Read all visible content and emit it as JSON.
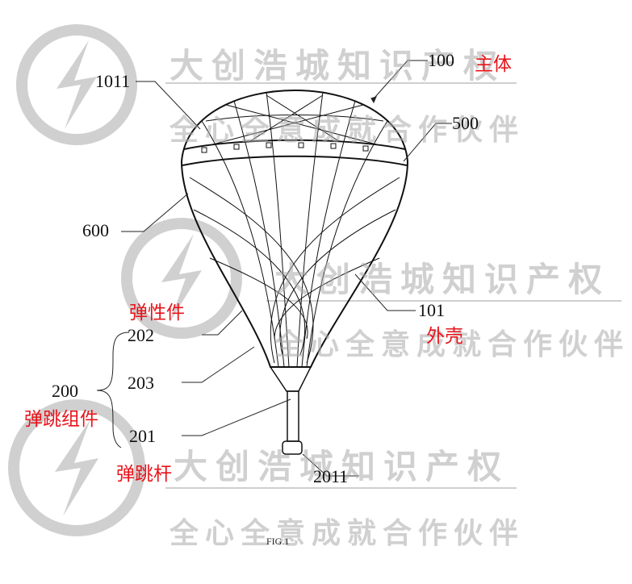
{
  "figure": {
    "caption": "FIG.1",
    "labels": {
      "l1011": "1011",
      "l100": "100",
      "l500": "500",
      "l600": "600",
      "l101": "101",
      "l202": "202",
      "l203": "203",
      "l200": "200",
      "l201": "201",
      "l2011": "2011"
    },
    "annotations": {
      "main_body": "主体",
      "shell": "外壳",
      "elastic_part": "弹性件",
      "bounce_assembly": "弹跳组件",
      "bounce_rod": "弹跳杆"
    }
  },
  "watermark": {
    "company": "大创浩城知识产权",
    "slogan": "全心全意成就合作伙伴",
    "logo_color": "#cccccc"
  },
  "colors": {
    "annotation": "#e8141b",
    "line": "#111111"
  }
}
